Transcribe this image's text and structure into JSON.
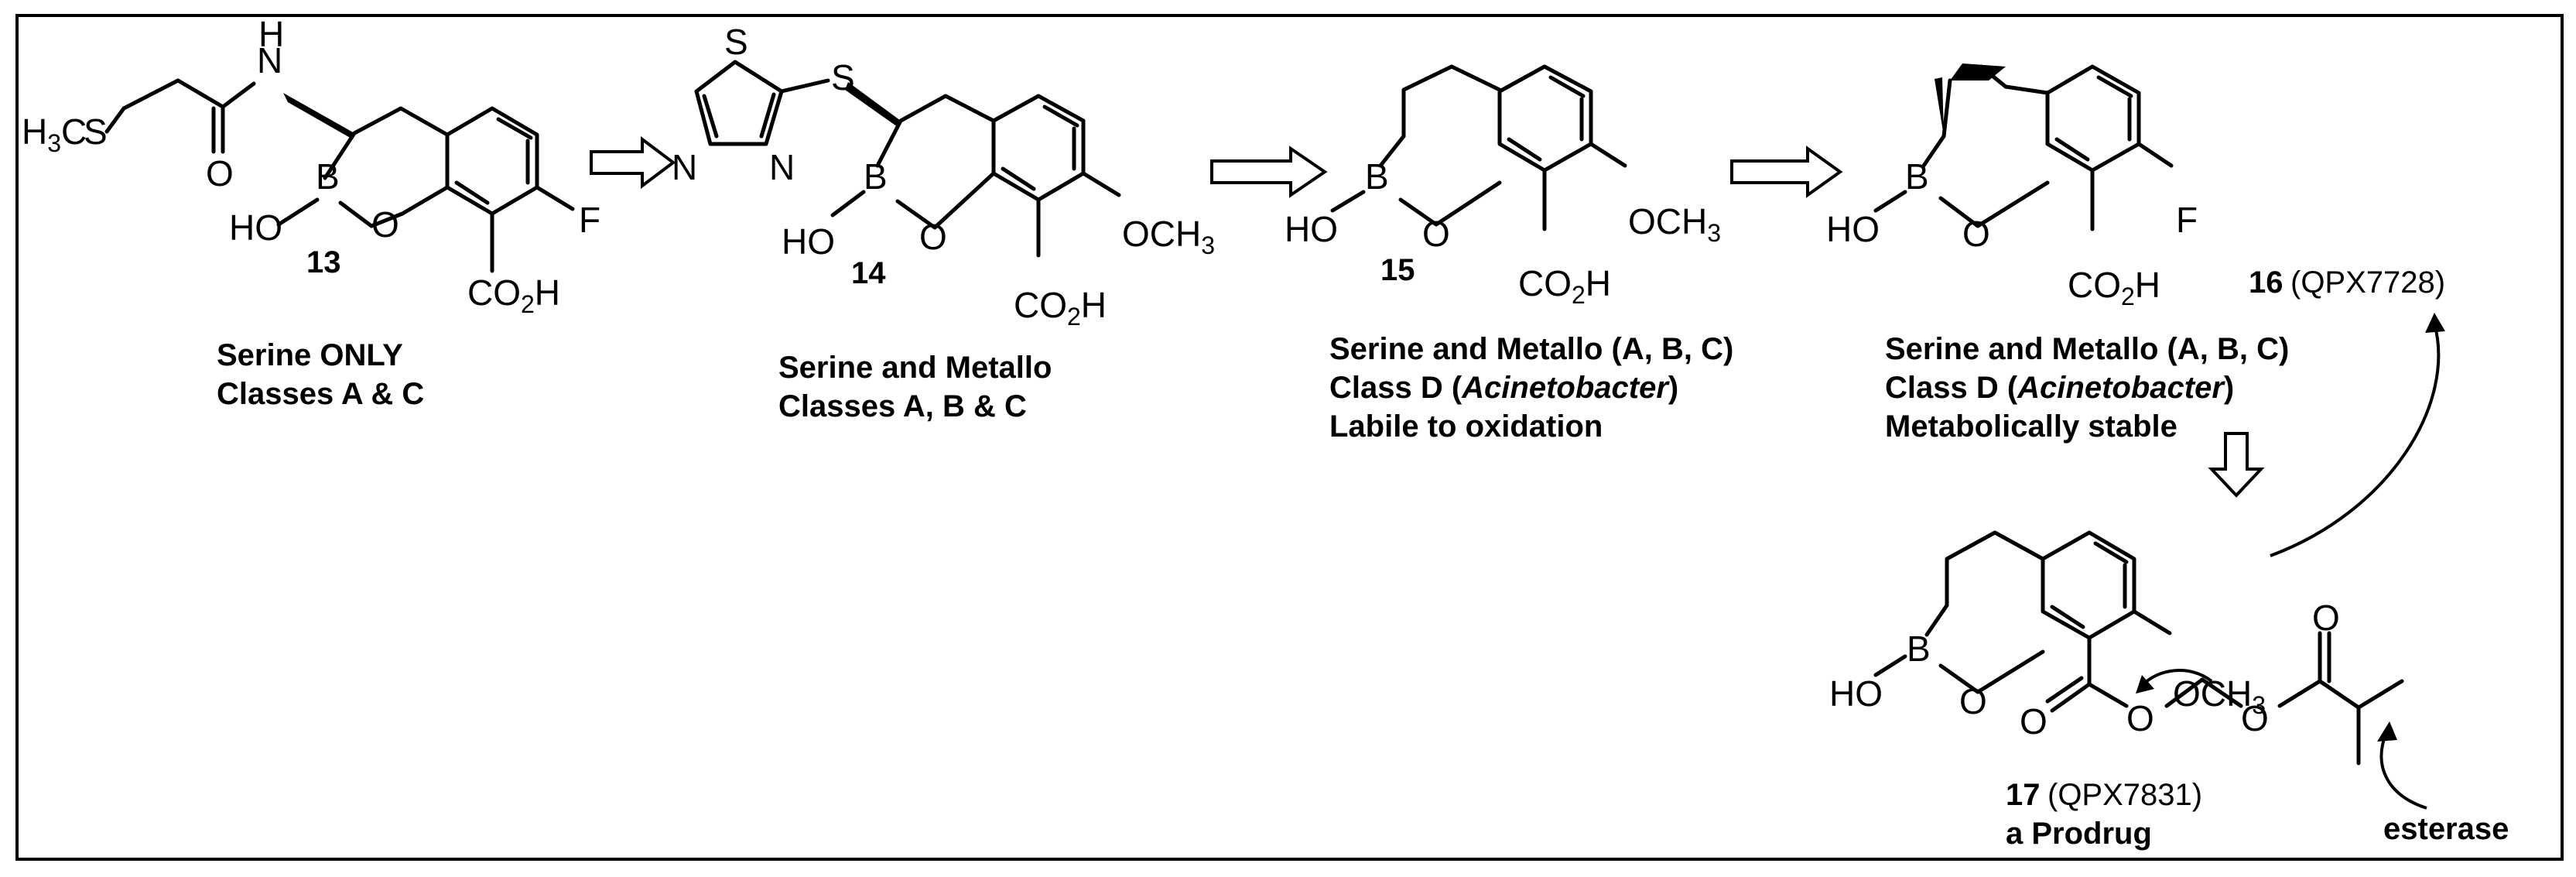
{
  "compounds": [
    {
      "number": "13",
      "code": "",
      "substituent": "F",
      "caption_lines": [
        "Serine ONLY",
        "Classes A & C"
      ]
    },
    {
      "number": "14",
      "code": "",
      "substituent": "OCH3",
      "caption_lines": [
        "Serine and Metallo",
        "Classes A, B & C"
      ]
    },
    {
      "number": "15",
      "code": "",
      "substituent": "OCH3",
      "caption_lines": [
        "Serine and Metallo (A, B, C)",
        "Class D (Acinetobacter)",
        "Labile to oxidation"
      ]
    },
    {
      "number": "16",
      "code": "(QPX7728)",
      "substituent": "F",
      "caption_lines": [
        "Serine and Metallo (A, B, C)",
        "Class D (Acinetobacter)",
        "Metabolically stable"
      ]
    },
    {
      "number": "17",
      "code": "(QPX7831)",
      "substituent": "OCH3",
      "caption_lines": [
        "a Prodrug"
      ]
    }
  ],
  "labels": {
    "enzyme": "esterase",
    "h3c": "H",
    "s_atom": "S",
    "n_atom": "N",
    "h_atom": "H",
    "o_atom": "O",
    "b_atom": "B",
    "ho": "HO",
    "f_atom": "F",
    "co2h": "CO",
    "och3": "OCH",
    "h3_sub": "3",
    "two_sub": "2",
    "acinetobacter": "Acinetobacter"
  }
}
